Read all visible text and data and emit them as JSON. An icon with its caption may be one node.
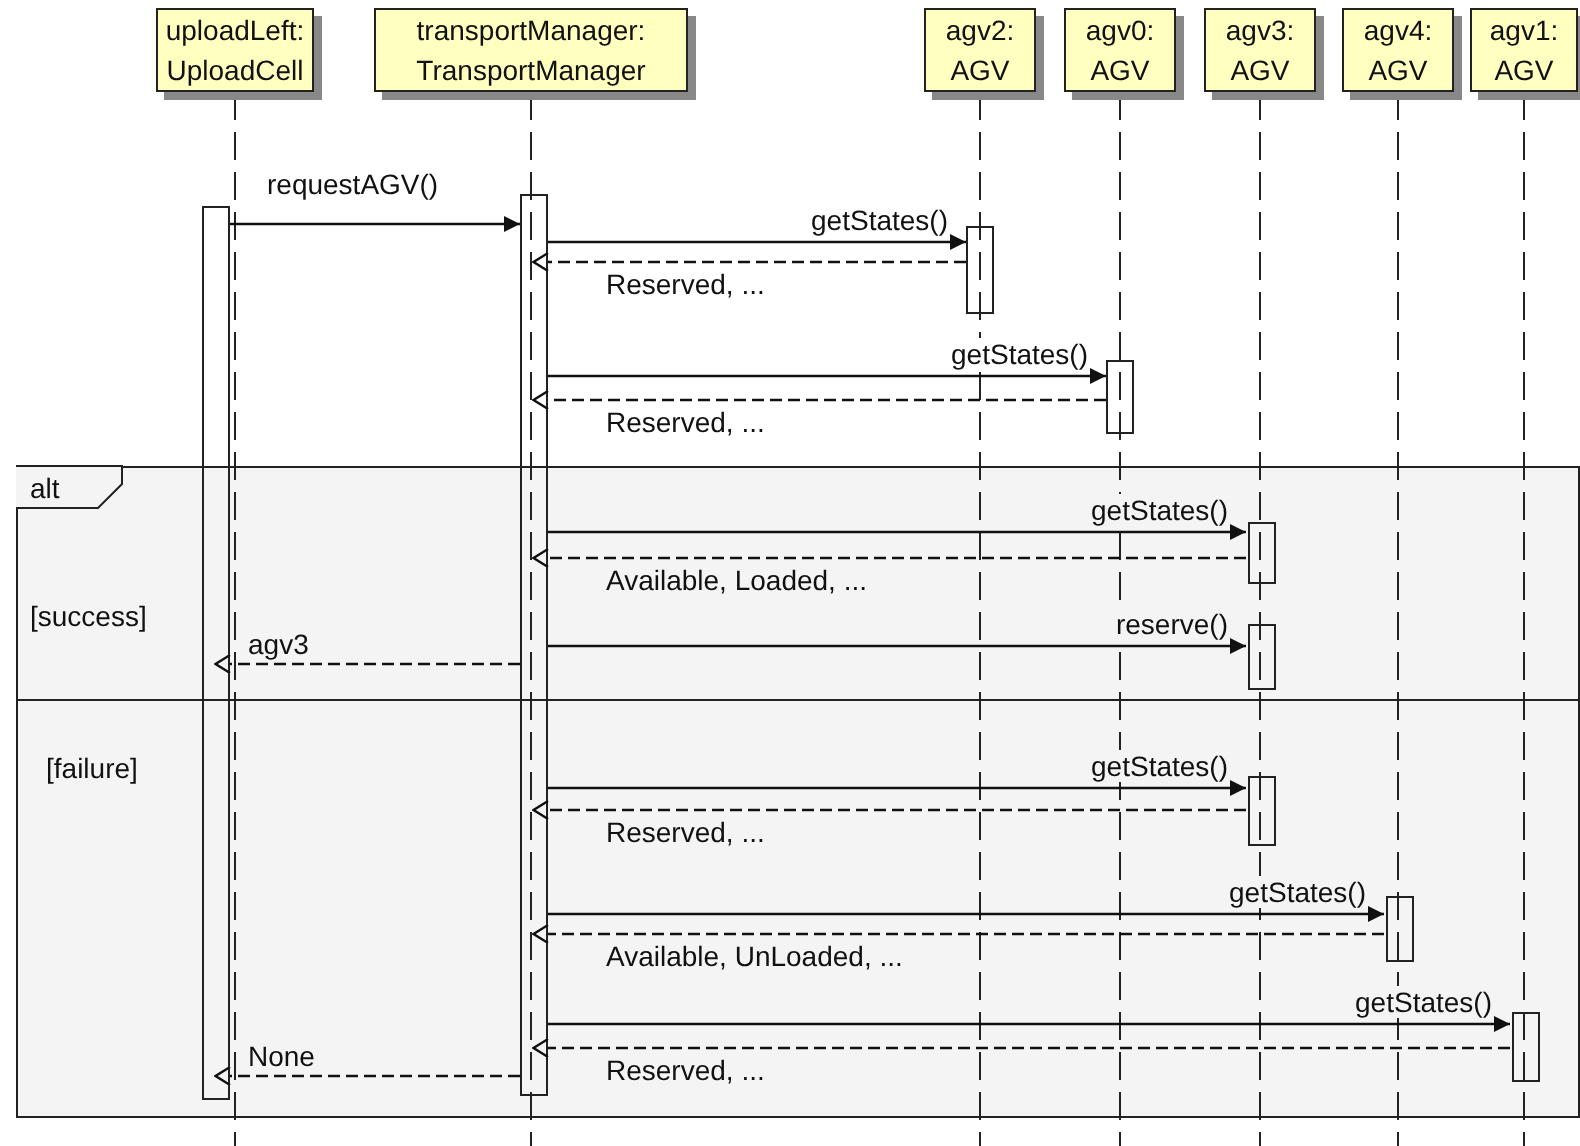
{
  "diagram": {
    "nodes": [
      {
        "text": [
          "uploadLeft: UploadCell"
        ]
      },
      {
        "text": [
          "transportManager: TransportManager"
        ]
      },
      {
        "text": [
          "agv2: AGV"
        ]
      },
      {
        "text": [
          "agv0: AGV"
        ]
      },
      {
        "text": [
          "agv3: AGV"
        ]
      },
      {
        "text": [
          "agv4: AGV"
        ]
      },
      {
        "text": [
          "agv1: AGV"
        ]
      },
      {
        "text": [
          "alt",
          "[success]",
          "[failure]"
        ]
      },
      {
        "text": [],
        "shape": "bar"
      },
      {
        "text": [],
        "shape": "bar"
      },
      {
        "text": [],
        "shape": "bar"
      },
      {
        "text": [],
        "shape": "bar"
      },
      {
        "text": [],
        "shape": "bar",
        "in": 7
      },
      {
        "text": [],
        "shape": "bar",
        "in": 7
      },
      {
        "text": [],
        "shape": "bar",
        "in": 7
      },
      {
        "text": [],
        "shape": "bar",
        "in": 7
      },
      {
        "text": [],
        "shape": "bar",
        "in": 7
      }
    ],
    "edges": [
      {
        "from": 8,
        "to": 9,
        "arrow": "to",
        "label": "requestAGV()"
      },
      {
        "from": 9,
        "to": 10,
        "arrow": "to",
        "label": "getStates()"
      },
      {
        "from": 10,
        "to": 9,
        "arrow": "to",
        "label": "Reserved, ...",
        "style": "dashed"
      },
      {
        "from": 9,
        "to": 11,
        "arrow": "to",
        "label": "getStates()"
      },
      {
        "from": 11,
        "to": 9,
        "arrow": "to",
        "label": "Reserved, ...",
        "style": "dashed"
      },
      {
        "from": 9,
        "to": 12,
        "arrow": "to",
        "label": "getStates()"
      },
      {
        "from": 12,
        "to": 9,
        "arrow": "to",
        "label": "Available, Loaded, ...",
        "style": "dashed"
      },
      {
        "from": 9,
        "to": 13,
        "arrow": "to",
        "label": "reserve()"
      },
      {
        "from": 9,
        "to": 8,
        "arrow": "to",
        "label": "agv3",
        "style": "dashed"
      },
      {
        "from": 9,
        "to": 14,
        "arrow": "to",
        "label": "getStates()"
      },
      {
        "from": 14,
        "to": 9,
        "arrow": "to",
        "label": "Reserved, ...",
        "style": "dashed"
      },
      {
        "from": 9,
        "to": 15,
        "arrow": "to",
        "label": "getStates()"
      },
      {
        "from": 15,
        "to": 9,
        "arrow": "to",
        "label": "Available, UnLoaded, ...",
        "style": "dashed"
      },
      {
        "from": 9,
        "to": 16,
        "arrow": "to",
        "label": "getStates()"
      },
      {
        "from": 16,
        "to": 9,
        "arrow": "to",
        "label": "Reserved, ...",
        "style": "dashed"
      },
      {
        "from": 9,
        "to": 8,
        "arrow": "to",
        "label": "None",
        "style": "dashed"
      }
    ]
  }
}
